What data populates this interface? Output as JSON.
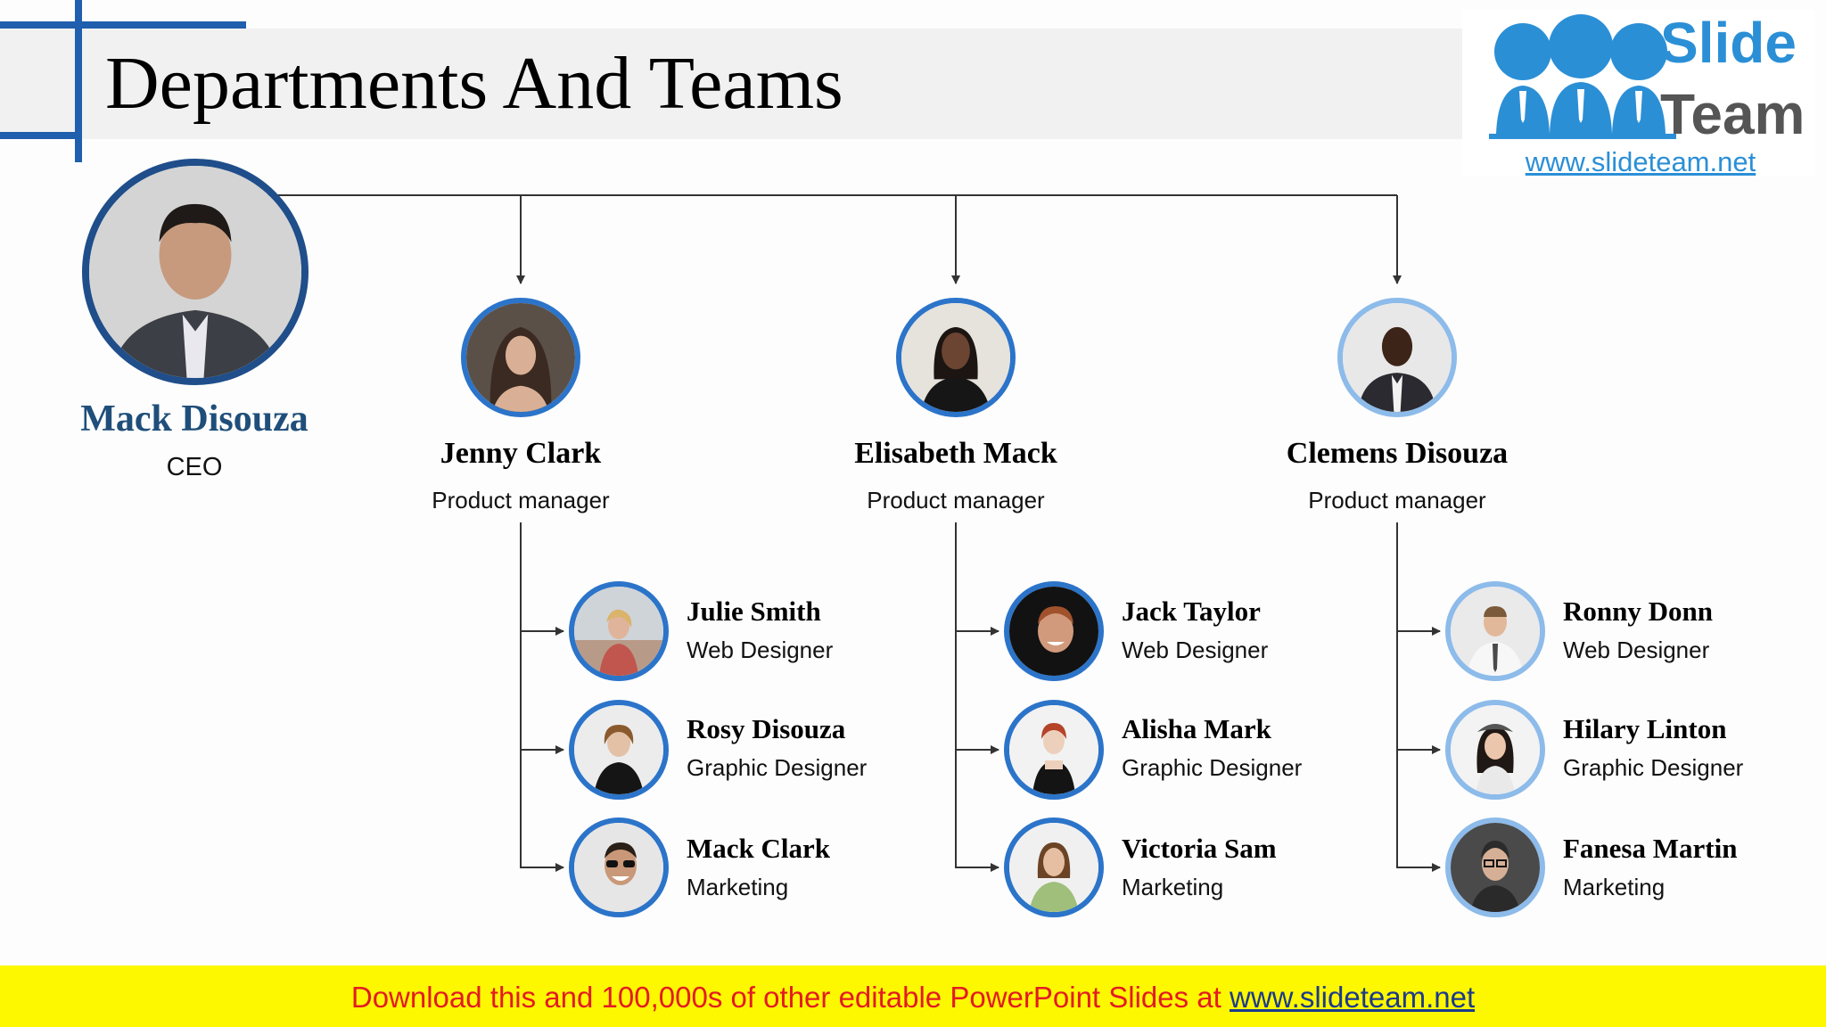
{
  "title": "Departments And Teams",
  "colors": {
    "accent": "#1f5fad",
    "ceo_name": "#1f4e7a",
    "footer_bg": "#fdf700",
    "footer_text": "#e31b23",
    "footer_link": "#1b3a8c"
  },
  "ceo": {
    "name": "Mack Disouza",
    "role": "CEO"
  },
  "managers": [
    {
      "name": "Jenny Clark",
      "role": "Product manager"
    },
    {
      "name": "Elisabeth Mack",
      "role": "Product manager"
    },
    {
      "name": "Clemens Disouza",
      "role": "Product manager"
    }
  ],
  "teams": [
    [
      {
        "name": "Julie Smith",
        "role": "Web Designer"
      },
      {
        "name": "Rosy Disouza",
        "role": "Graphic Designer"
      },
      {
        "name": "Mack Clark",
        "role": "Marketing"
      }
    ],
    [
      {
        "name": "Jack Taylor",
        "role": "Web Designer"
      },
      {
        "name": "Alisha Mark",
        "role": "Graphic Designer"
      },
      {
        "name": "Victoria Sam",
        "role": "Marketing"
      }
    ],
    [
      {
        "name": "Ronny Donn",
        "role": "Web Designer"
      },
      {
        "name": "Hilary Linton",
        "role": "Graphic Designer"
      },
      {
        "name": "Fanesa Martin",
        "role": "Marketing"
      }
    ]
  ],
  "logo": {
    "word1": "Slide",
    "word2": "Team",
    "url": "www.slideteam.net"
  },
  "footer": {
    "text": "Download this and 100,000s of other editable PowerPoint Slides at ",
    "link": "www.slideteam.net"
  }
}
